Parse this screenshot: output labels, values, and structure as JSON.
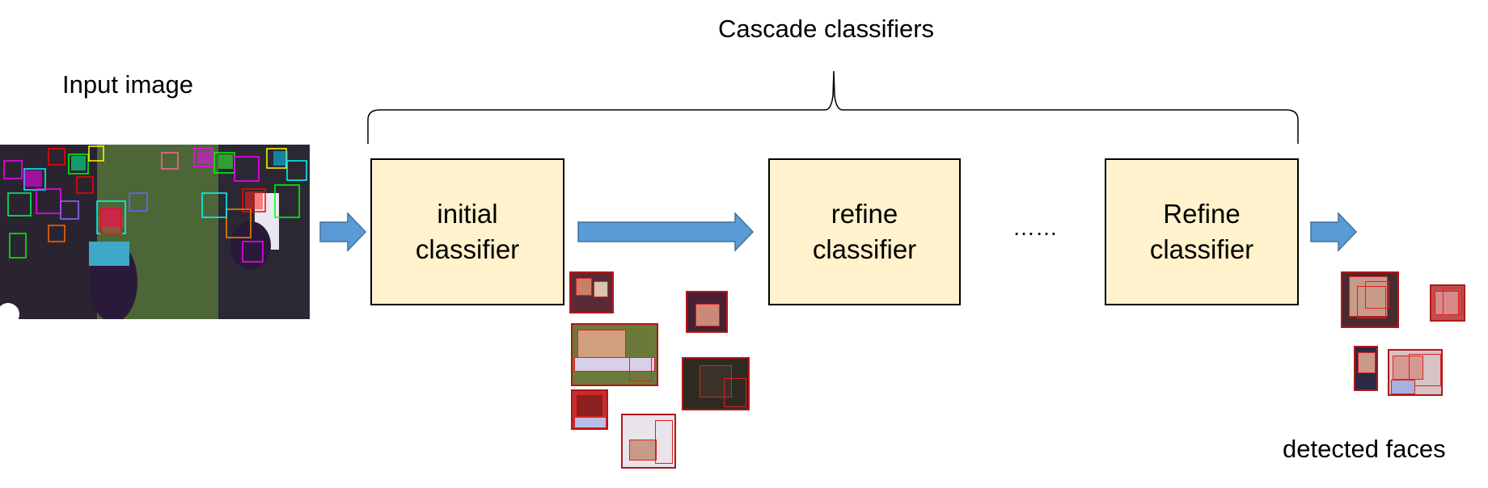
{
  "labels": {
    "cascade_title": "Cascade classifiers",
    "input_image": "Input image",
    "detected_faces": "detected faces",
    "ellipsis": "……"
  },
  "stages": [
    {
      "label": "initial\nclassifier"
    },
    {
      "label": "refine\nclassifier"
    },
    {
      "label": "Refine\nclassifier"
    }
  ],
  "colors": {
    "box_fill": "#fff2cc",
    "box_border": "#000000",
    "arrow": "#5b9bd5",
    "detection_box": "#e02020"
  }
}
